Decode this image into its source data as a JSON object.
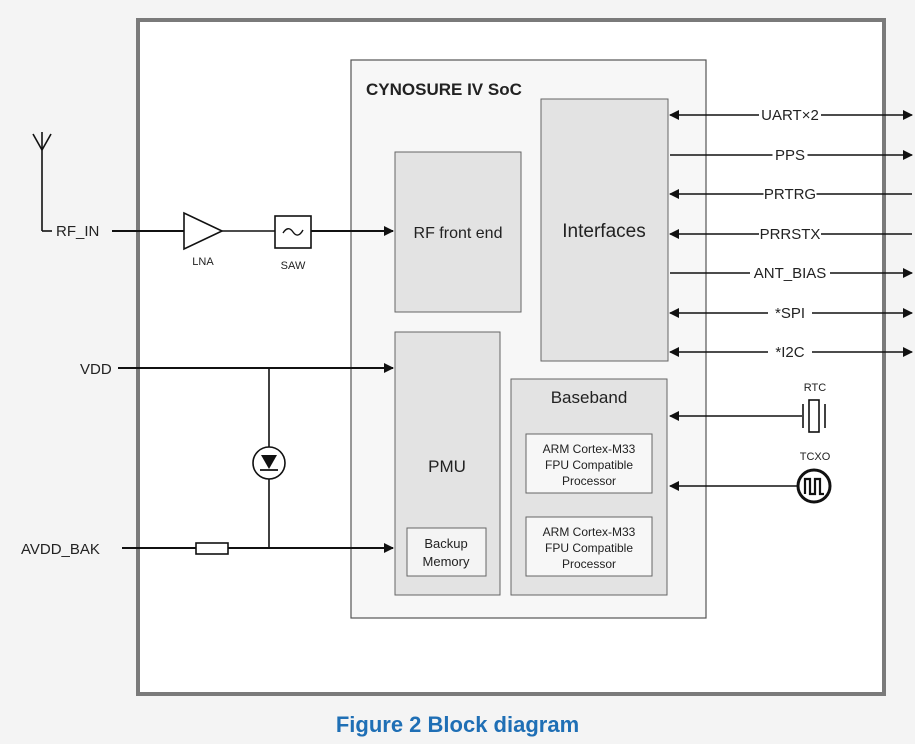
{
  "soc": {
    "title": "CYNOSURE IV SoC",
    "rf_front_end": "RF front end",
    "interfaces": "Interfaces",
    "pmu": "PMU",
    "backup_memory": [
      "Backup",
      "Memory"
    ],
    "baseband": "Baseband",
    "processor_1": [
      "ARM Cortex-M33",
      "FPU Compatible",
      "Processor"
    ],
    "processor_2": [
      "ARM Cortex-M33",
      "FPU Compatible",
      "Processor"
    ]
  },
  "external": {
    "rf_in": "RF_IN",
    "lna": "LNA",
    "saw": "SAW",
    "vdd": "VDD",
    "avdd_bak": "AVDD_BAK",
    "rtc": "RTC",
    "tcxo": "TCXO"
  },
  "signals": [
    {
      "label": "UART×2",
      "direction": "bidirectional"
    },
    {
      "label": "PPS",
      "direction": "output"
    },
    {
      "label": "PRTRG",
      "direction": "input"
    },
    {
      "label": "PRRSTX",
      "direction": "input"
    },
    {
      "label": "ANT_BIAS",
      "direction": "output"
    },
    {
      "label": "*SPI",
      "direction": "bidirectional"
    },
    {
      "label": "*I2C",
      "direction": "bidirectional"
    }
  ],
  "caption": "Figure 2 Block diagram",
  "colors": {
    "outer_border": "#7a7a7a",
    "block_fill": "#e3e3e3",
    "soc_fill": "#f7f7f7",
    "line": "#111111",
    "caption": "#1f6fb5"
  }
}
